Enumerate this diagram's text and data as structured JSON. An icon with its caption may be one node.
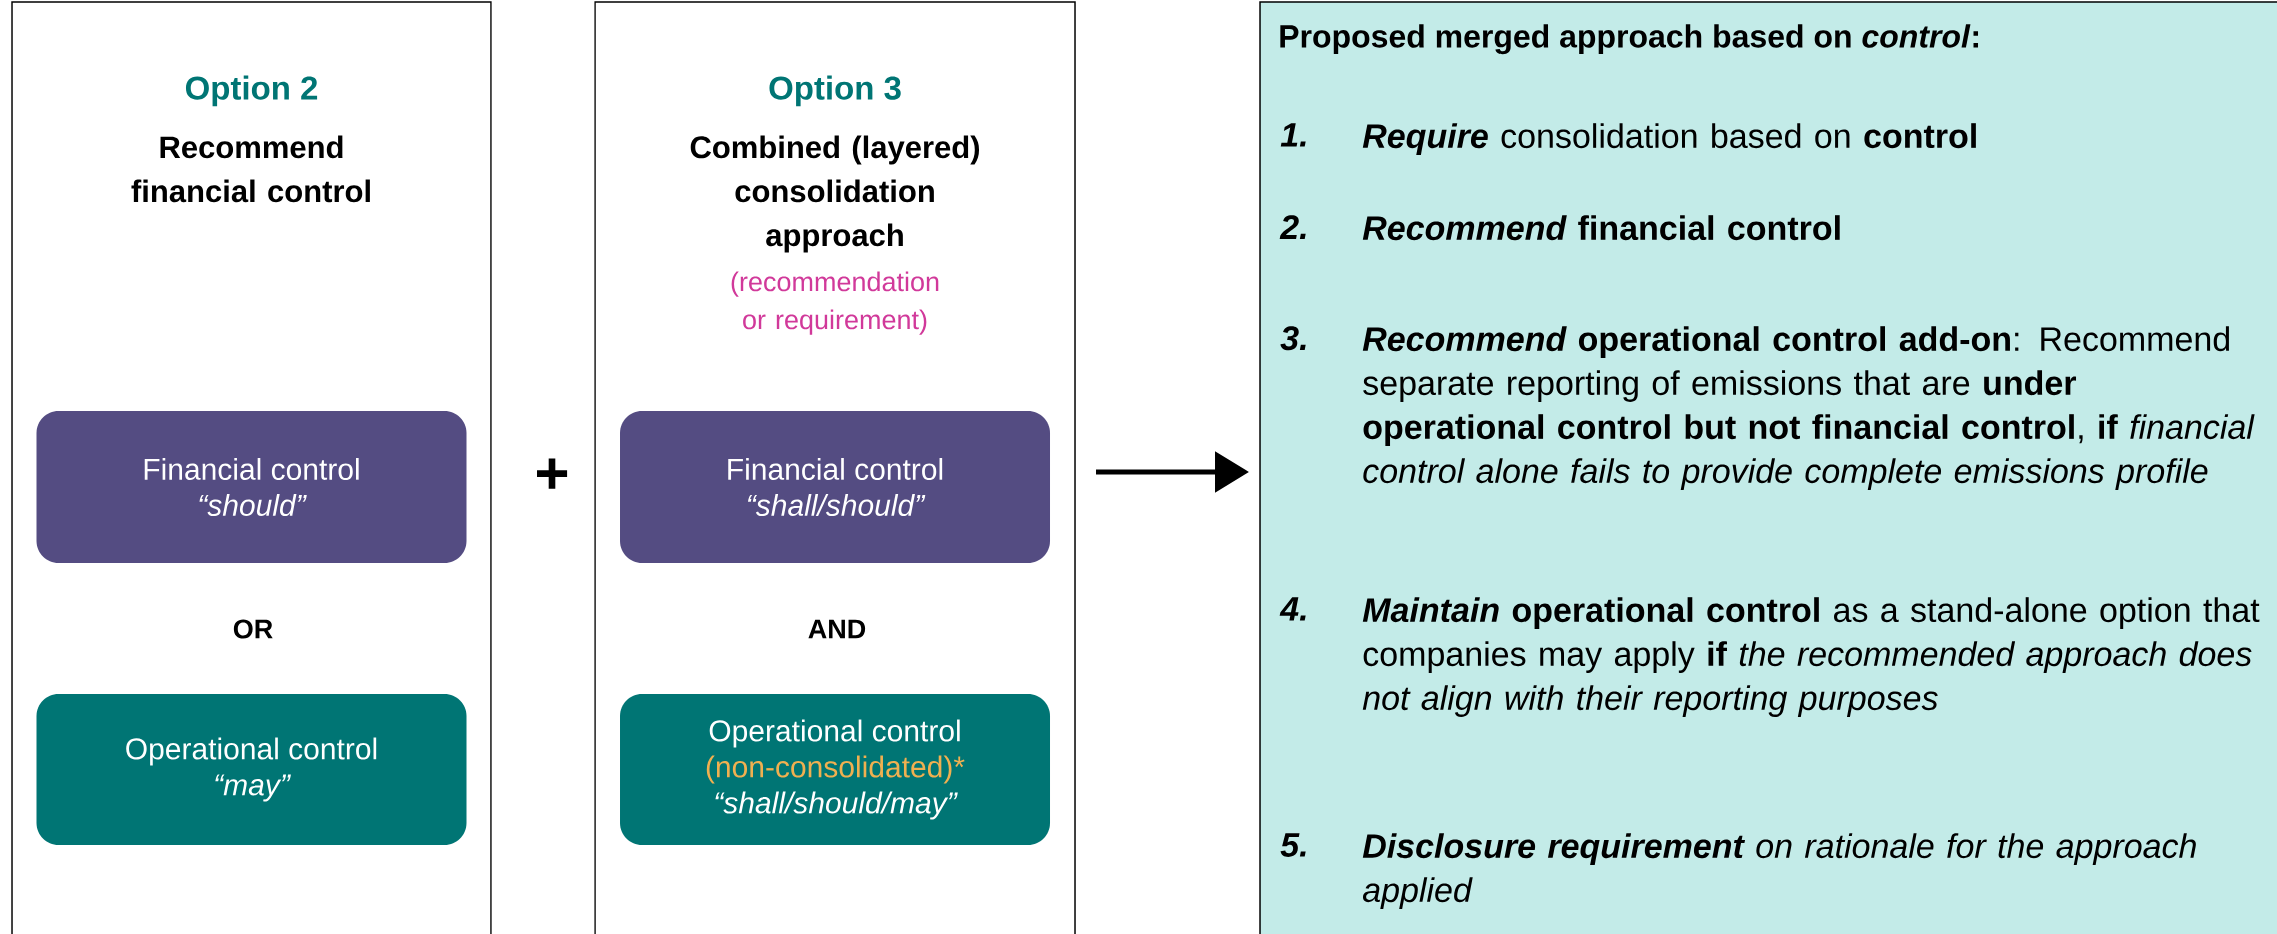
{
  "diagram": {
    "nodes": [
      {
        "text": [
          "Option 2",
          "Recommend financial control"
        ]
      },
      {
        "text": [
          "Financial control",
          "“should”"
        ],
        "in": 0
      },
      {
        "text": [
          "Operational control",
          "“may”"
        ],
        "in": 0
      },
      {
        "text": [
          "Option 3",
          "Combined (layered) consolidation approach",
          "(recommendation or requirement)"
        ]
      },
      {
        "text": [
          "Financial control",
          "“shall/should”"
        ],
        "in": 3
      },
      {
        "text": [
          "Operational control",
          "(non-consolidated)*",
          "“shall/should/may”"
        ],
        "in": 3
      },
      {
        "text": [
          "Proposed merged approach based on *control*:",
          "1.",
          "Require",
          "consolidation based on **control**",
          "2.",
          "Recommend",
          "**financial control**",
          "3.",
          "Recommend",
          "**operational control add-on**: Recommend separate reporting of emissions that are **under operational control but not financial control**, **if** *financial control alone fails to provide complete emissions profile*",
          "4.",
          "Maintain",
          "**operational control** as a stand-alone option that companies may apply **if** *the recommended approach does not align with their reporting purposes*",
          "5.",
          "Disclosure requirement",
          "*on rationale for the approach applied*"
        ]
      }
    ],
    "edges": [
      {
        "from": 3,
        "to": 6,
        "arrow": "to"
      }
    ],
    "labels": [
      "+",
      "OR",
      "AND"
    ]
  }
}
